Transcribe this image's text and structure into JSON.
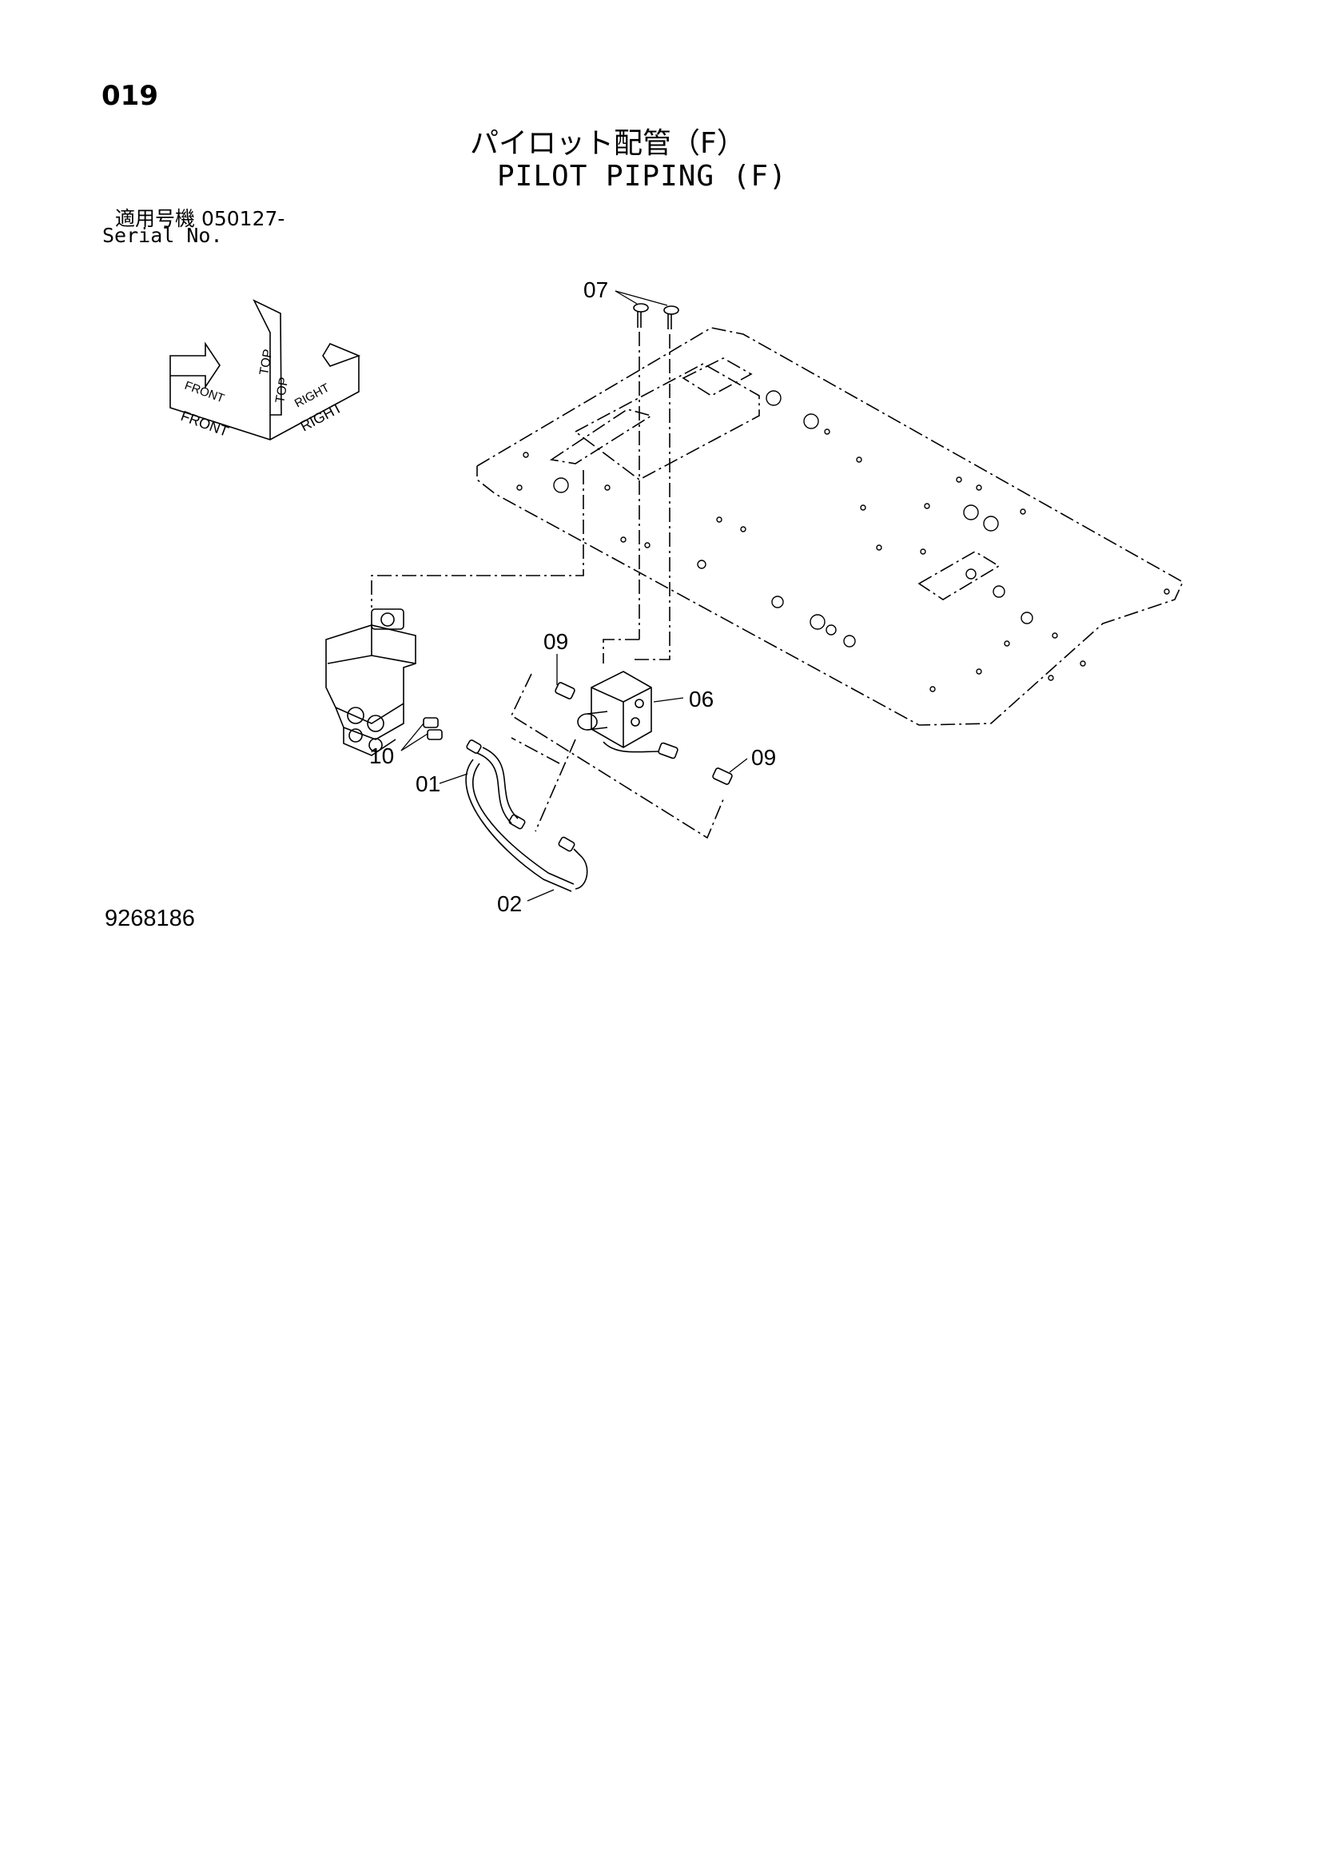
{
  "page": {
    "number": "019",
    "title_ja": "パイロット配管（F）",
    "title_en": "PILOT PIPING (F)",
    "serial_ja": "適用号機  050127-",
    "serial_en": "Serial No.",
    "drawing_number": "9268186"
  },
  "orientation": {
    "front": "FRONT",
    "top": "TOP",
    "right": "RIGHT"
  },
  "callouts": [
    "07",
    "09",
    "06",
    "09",
    "10",
    "01",
    "02"
  ]
}
